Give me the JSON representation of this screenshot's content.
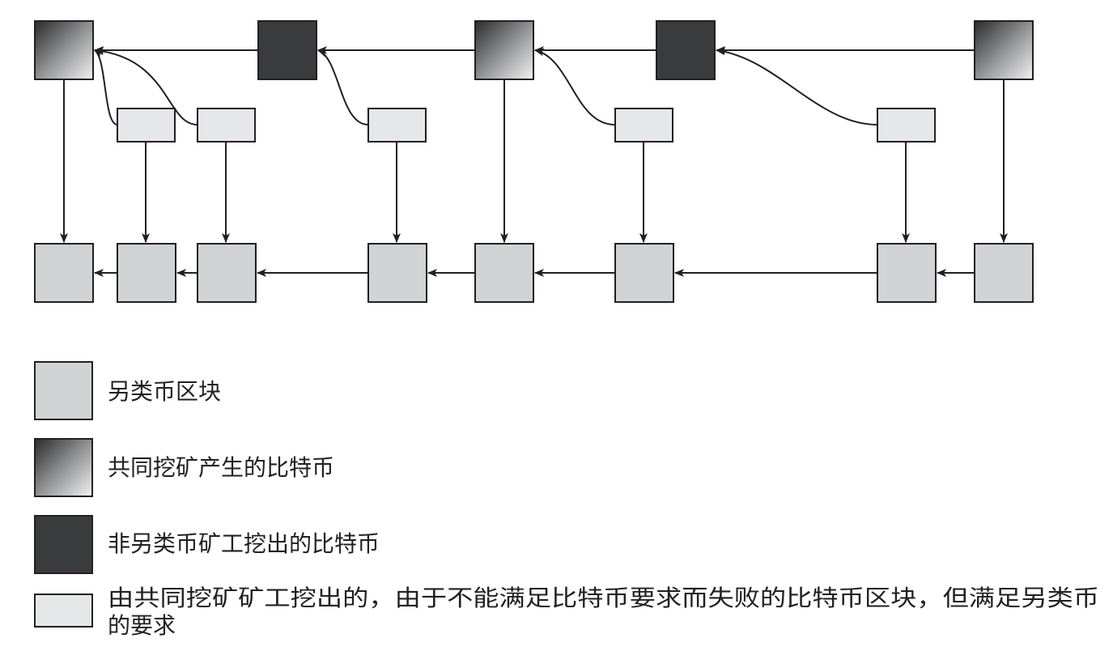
{
  "legend": {
    "altcoin_block": "另类币区块",
    "merged_bitcoin": "共同挖矿产生的比特币",
    "plain_bitcoin": "非另类币矿工挖出的比特币",
    "failed_bitcoin_line1": "由共同挖矿矿工挖出的，由于不能满足比特币要求而失败的比特币区块，但满足另类币",
    "failed_bitcoin_line2": "的要求"
  },
  "colors": {
    "altcoin_fill": "#d1d3d4",
    "failed_fill": "#e6e7e8",
    "plain_bitcoin_fill": "#3a3b3d",
    "stroke": "#231f20",
    "gradient_dark": "#2b2b2d",
    "gradient_light": "#f2f2f2"
  }
}
